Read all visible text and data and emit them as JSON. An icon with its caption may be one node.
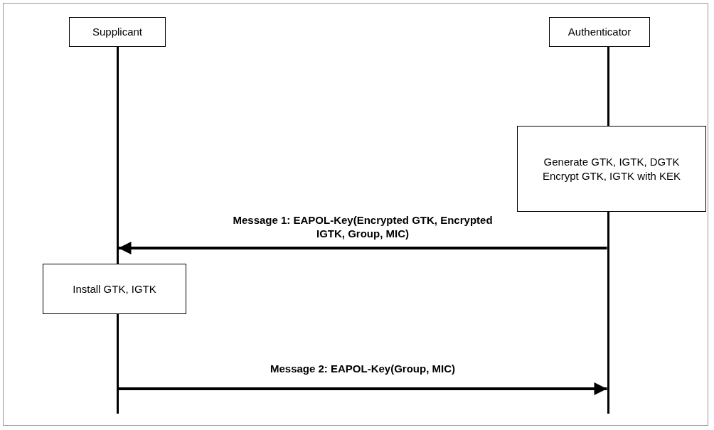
{
  "diagram": {
    "nodes": [
      {
        "text": [
          "Supplicant"
        ]
      },
      {
        "text": [
          "Authenticator"
        ]
      },
      {
        "text": [
          "Generate GTK, IGTK, DGTK",
          "Encrypt GTK, IGTK with KEK"
        ]
      },
      {
        "text": [
          "Install GTK, IGTK"
        ]
      },
      {
        "text": [],
        "shape": "bar"
      },
      {
        "text": [],
        "shape": "bar"
      }
    ],
    "edges": [
      {
        "from": 5,
        "to": 4,
        "arrow": "to",
        "label": "Message 1: EAPOL-Key(Encrypted GTK, Encrypted IGTK, Group, MIC)"
      },
      {
        "from": 4,
        "to": 5,
        "arrow": "to",
        "label": "Message 2: EAPOL-Key(Group, MIC)"
      }
    ]
  }
}
